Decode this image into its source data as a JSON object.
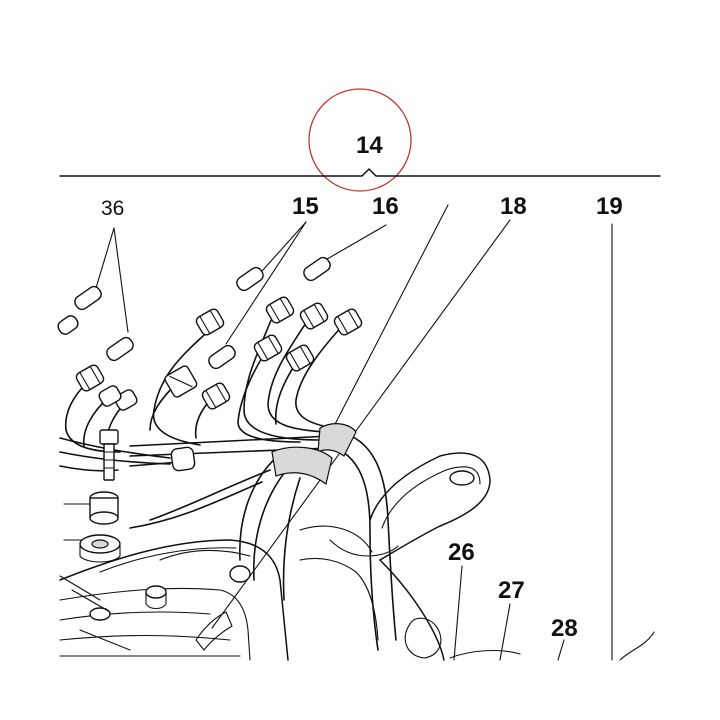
{
  "callouts": {
    "c14": "14",
    "c15": "15",
    "c16": "16",
    "c18": "18",
    "c19": "19",
    "c26": "26",
    "c27": "27",
    "c28": "28",
    "c36": "36"
  },
  "colors": {
    "line": "#111111",
    "highlight_circle": "#c0392b",
    "background": "#ffffff"
  }
}
